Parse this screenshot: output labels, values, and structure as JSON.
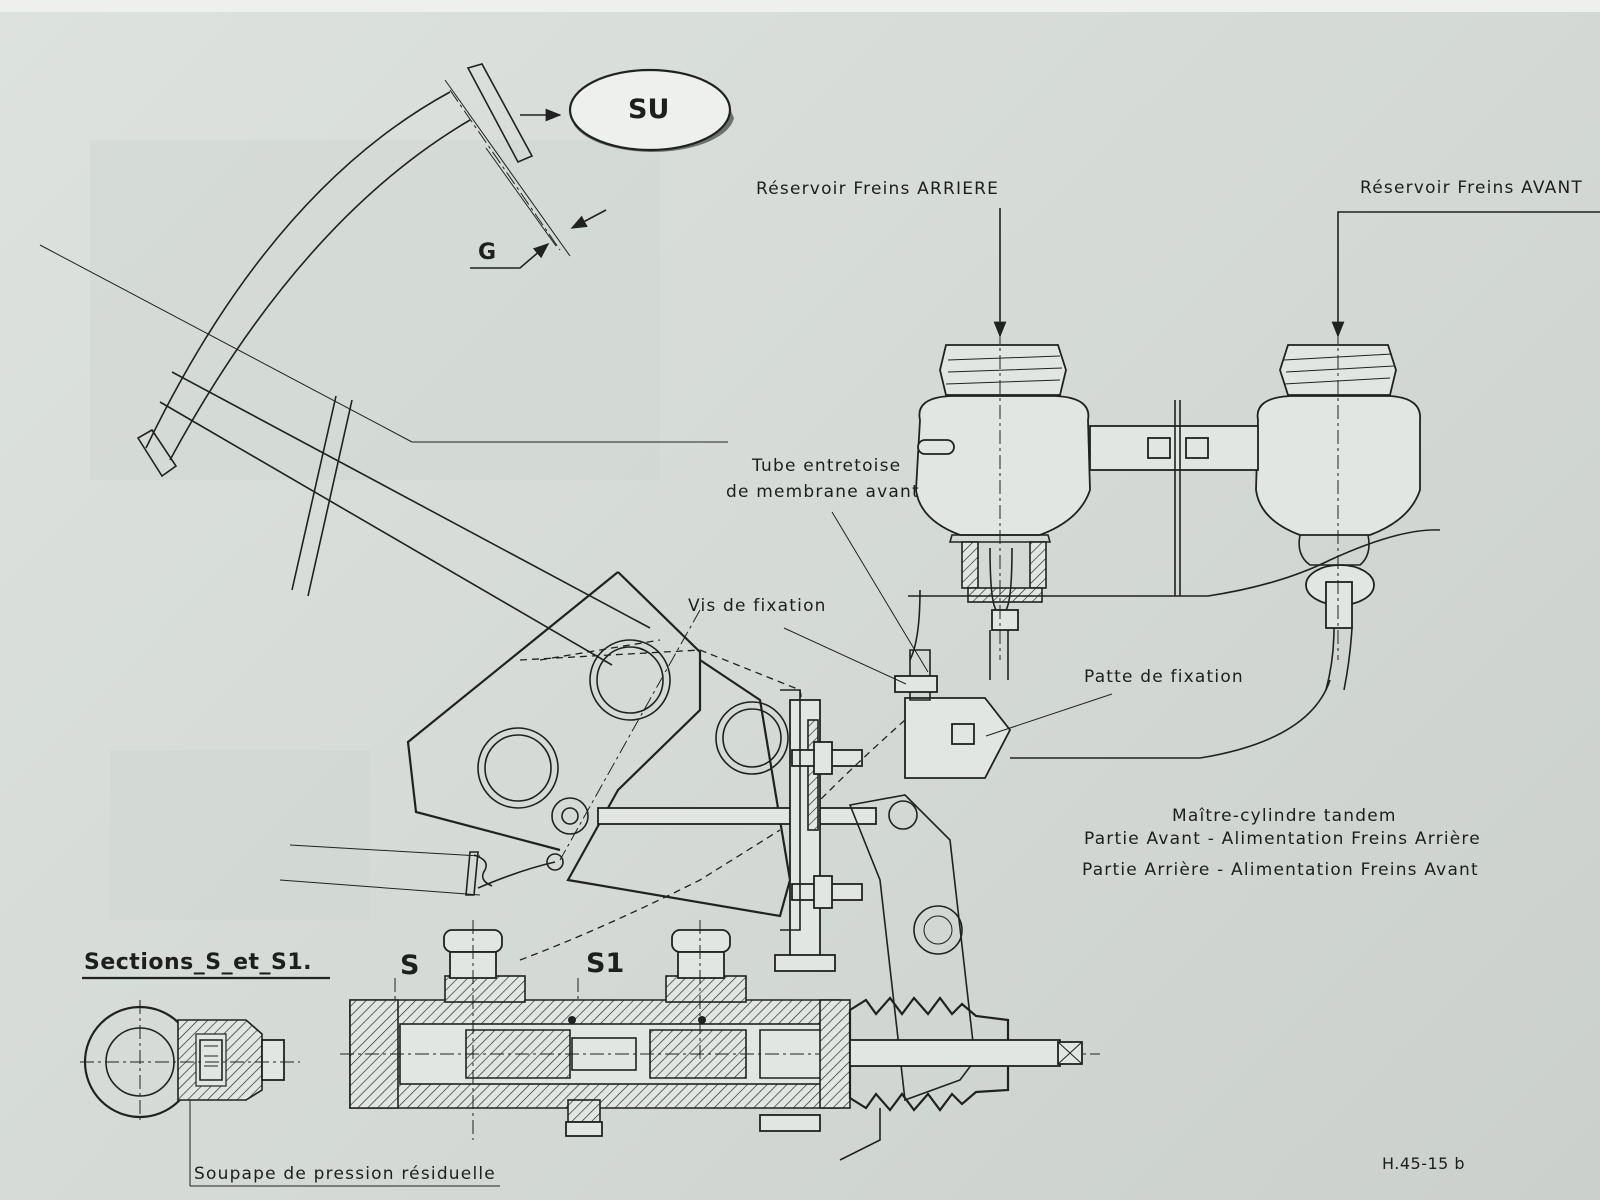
{
  "labels": {
    "su": "SU",
    "g": "G",
    "reservoir_rear": "Réservoir Freins ARRIERE",
    "reservoir_front": "Réservoir Freins AVANT",
    "tube_line1": "Tube entretoise",
    "tube_line2": "de membrane avant",
    "vis": "Vis de fixation",
    "patte": "Patte de fixation",
    "mc_title": "Maître-cylindre tandem",
    "mc_line1": "Partie Avant  -  Alimentation Freins Arrière",
    "mc_line2": "Partie Arrière  -  Alimentation Freins Avant",
    "sections_title": "Sections_S_et_S1.",
    "s": "S",
    "s1": "S1",
    "soupape": "Soupape de pression résiduelle",
    "ref": "H.45-15 b"
  }
}
